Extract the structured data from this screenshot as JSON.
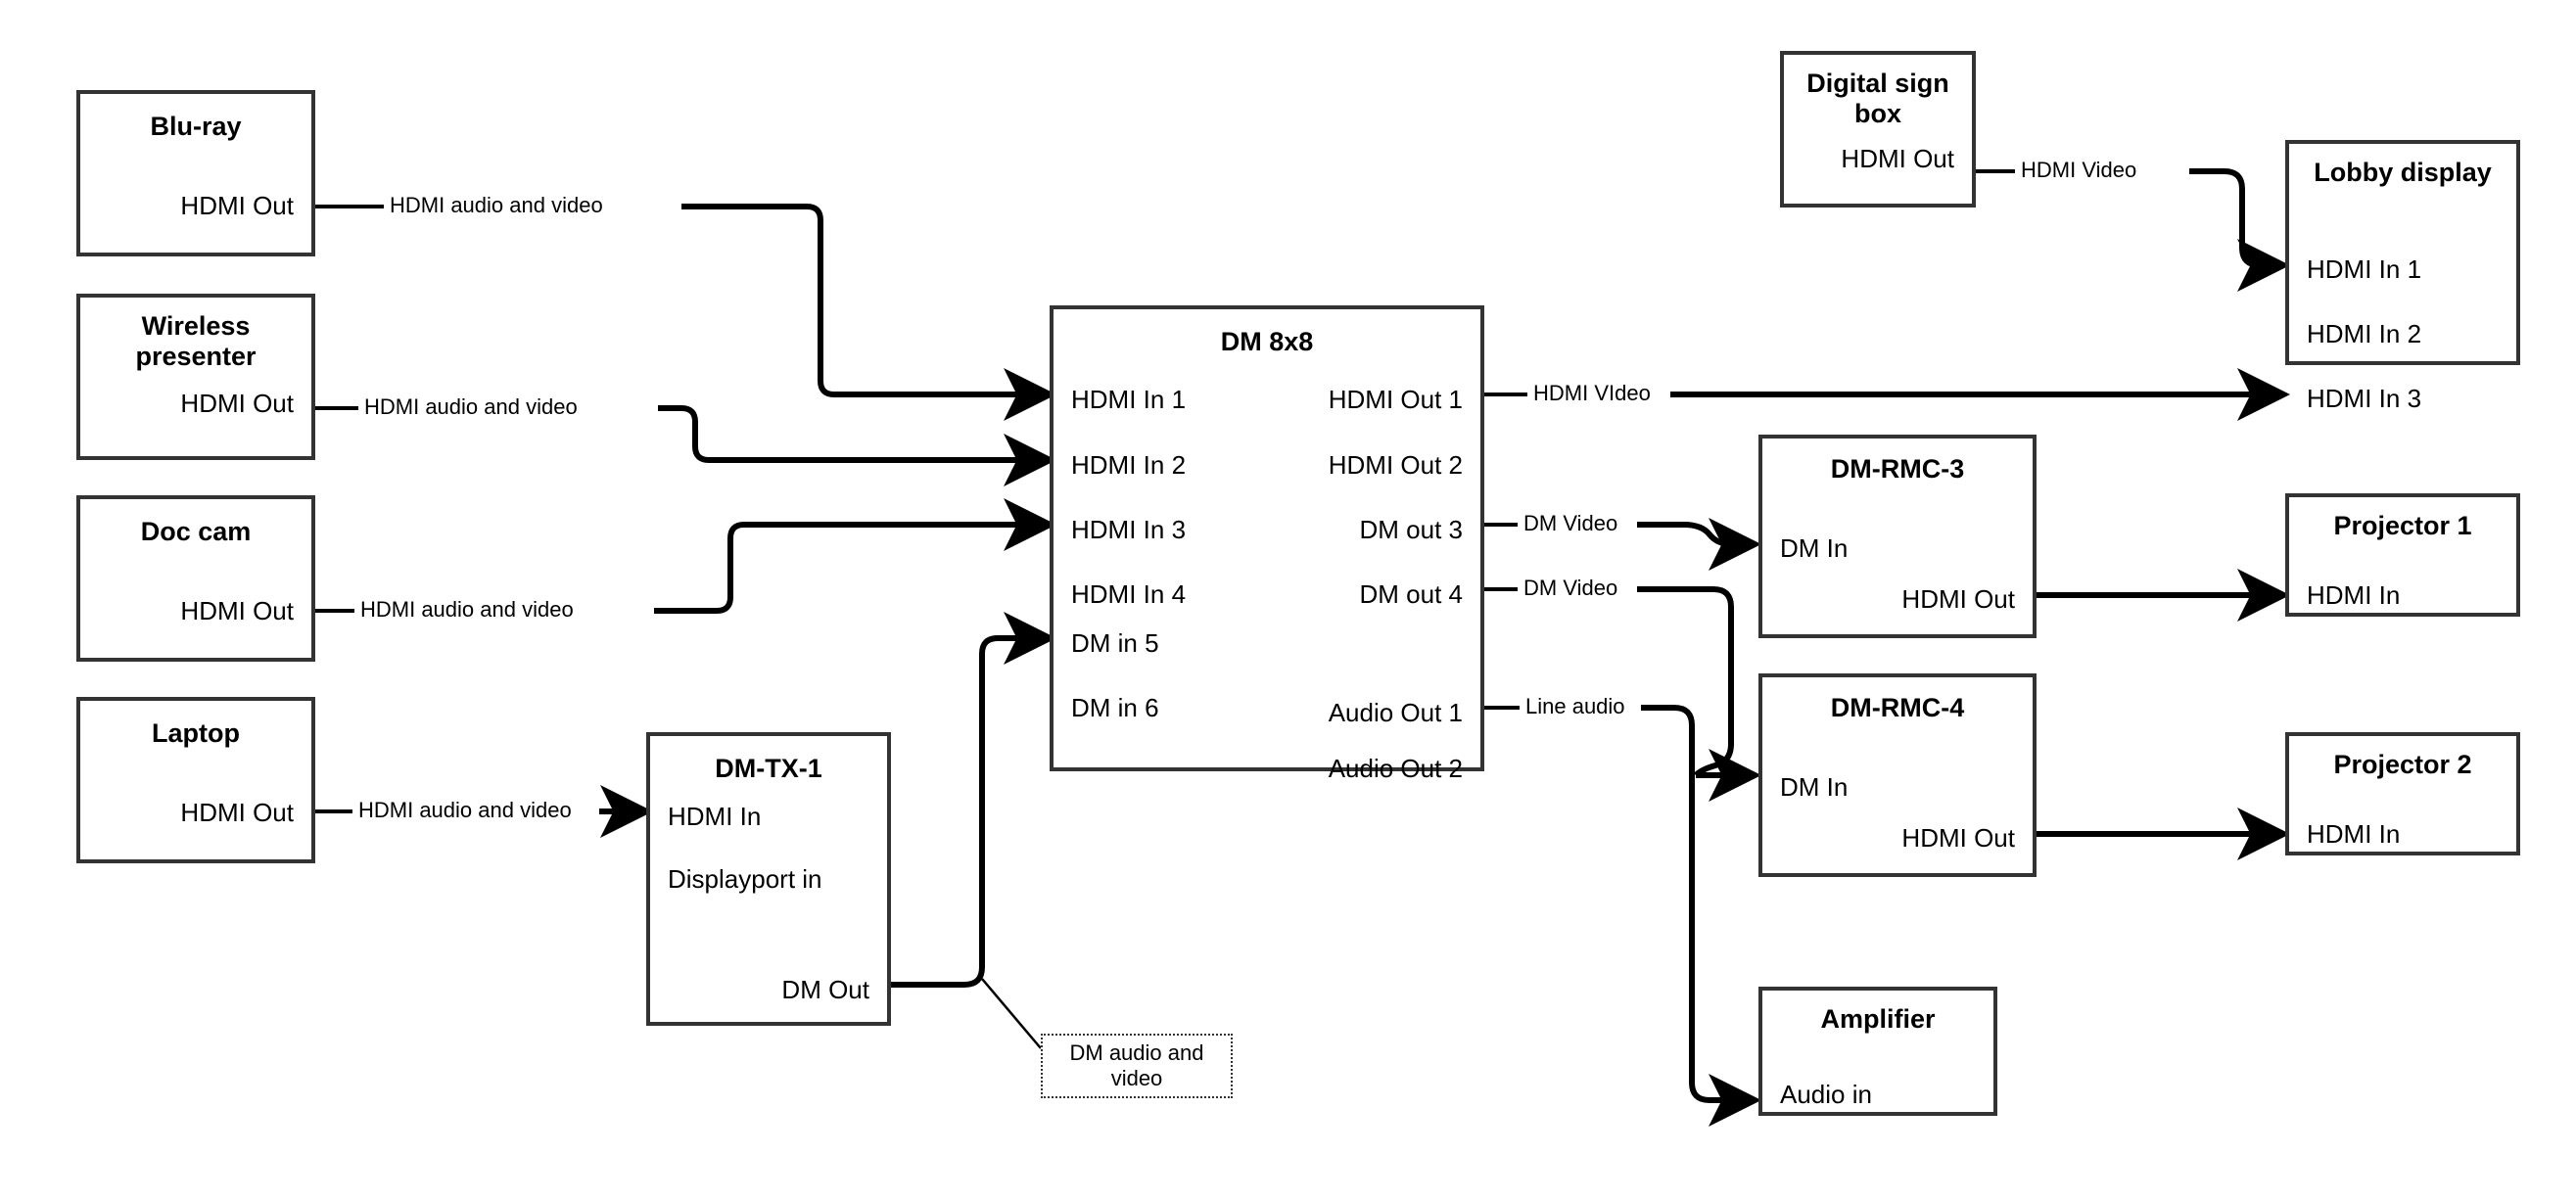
{
  "diagram": {
    "title": "AV signal flow diagram",
    "stroke_color": "#333333",
    "line_color": "#000000",
    "background": "#ffffff"
  },
  "nodes": [
    {
      "id": "blu-ray",
      "title": "Blu-ray",
      "ports_right": [
        "HDMI Out"
      ],
      "ports_left": []
    },
    {
      "id": "wireless-presenter",
      "title": "Wireless presenter",
      "ports_right": [
        "HDMI Out"
      ],
      "ports_left": []
    },
    {
      "id": "doc-cam",
      "title": "Doc cam",
      "ports_right": [
        "HDMI Out"
      ],
      "ports_left": []
    },
    {
      "id": "laptop",
      "title": "Laptop",
      "ports_right": [
        "HDMI Out"
      ],
      "ports_left": []
    },
    {
      "id": "dm-tx-1",
      "title": "DM-TX-1",
      "ports_left": [
        "HDMI In",
        "Displayport in"
      ],
      "ports_right": [
        "DM Out"
      ]
    },
    {
      "id": "dm-8x8",
      "title": "DM 8x8",
      "ports_left": [
        "HDMI In 1",
        "HDMI In 2",
        "HDMI In 3",
        "HDMI In 4",
        "DM in 5",
        "DM in 6"
      ],
      "ports_right": [
        "HDMI Out 1",
        "HDMI Out 2",
        "DM out 3",
        "DM out 4",
        "Audio Out 1",
        "Audio Out 2"
      ]
    },
    {
      "id": "digital-sign-box",
      "title": "Digital sign box",
      "ports_right": [
        "HDMI Out"
      ],
      "ports_left": []
    },
    {
      "id": "lobby-display",
      "title": "Lobby display",
      "ports_left": [
        "HDMI In 1",
        "HDMI In 2",
        "HDMI In 3"
      ],
      "ports_right": []
    },
    {
      "id": "dm-rmc-3",
      "title": "DM-RMC-3",
      "ports_left": [
        "DM In"
      ],
      "ports_right": [
        "HDMI Out"
      ]
    },
    {
      "id": "dm-rmc-4",
      "title": "DM-RMC-4",
      "ports_left": [
        "DM In"
      ],
      "ports_right": [
        "HDMI Out"
      ]
    },
    {
      "id": "projector-1",
      "title": "Projector 1",
      "ports_left": [
        "HDMI In"
      ],
      "ports_right": []
    },
    {
      "id": "projector-2",
      "title": "Projector 2",
      "ports_left": [
        "HDMI In"
      ],
      "ports_right": []
    },
    {
      "id": "amplifier",
      "title": "Amplifier",
      "ports_left": [
        "Audio in"
      ],
      "ports_right": []
    }
  ],
  "labels": {
    "blu_ray_title": "Blu-ray",
    "blu_ray_out": "HDMI Out",
    "wireless_title": "Wireless presenter",
    "wireless_out": "HDMI Out",
    "doccam_title": "Doc cam",
    "doccam_out": "HDMI Out",
    "laptop_title": "Laptop",
    "laptop_out": "HDMI Out",
    "dmtx_title": "DM-TX-1",
    "dmtx_hdmi_in": "HDMI In",
    "dmtx_dp_in": "Displayport in",
    "dmtx_dm_out": "DM Out",
    "dm88_title": "DM 8x8",
    "dm88_in1": "HDMI In 1",
    "dm88_in2": "HDMI In 2",
    "dm88_in3": "HDMI In 3",
    "dm88_in4": "HDMI In 4",
    "dm88_in5": "DM in 5",
    "dm88_in6": "DM in 6",
    "dm88_out1": "HDMI Out 1",
    "dm88_out2": "HDMI Out 2",
    "dm88_out3": "DM out 3",
    "dm88_out4": "DM out 4",
    "dm88_aout1": "Audio Out 1",
    "dm88_aout2": "Audio Out 2",
    "dsb_title": "Digital sign box",
    "dsb_out": "HDMI Out",
    "lobby_title": "Lobby display",
    "lobby_in1": "HDMI In 1",
    "lobby_in2": "HDMI In 2",
    "lobby_in3": "HDMI In 3",
    "rmc3_title": "DM-RMC-3",
    "rmc3_in": "DM In",
    "rmc3_out": "HDMI Out",
    "rmc4_title": "DM-RMC-4",
    "rmc4_in": "DM In",
    "rmc4_out": "HDMI Out",
    "proj1_title": "Projector 1",
    "proj1_in": "HDMI In",
    "proj2_title": "Projector 2",
    "proj2_in": "HDMI In",
    "amp_title": "Amplifier",
    "amp_in": "Audio in"
  },
  "connections": [
    {
      "id": "blu-ray-to-dm88-in1",
      "label": "HDMI audio and video",
      "from": "blu-ray.HDMI Out",
      "to": "dm-8x8.HDMI In 1"
    },
    {
      "id": "wireless-to-dm88-in2",
      "label": "HDMI audio and video",
      "from": "wireless-presenter.HDMI Out",
      "to": "dm-8x8.HDMI In 2"
    },
    {
      "id": "doccam-to-dm88-in3",
      "label": "HDMI audio and video",
      "from": "doc-cam.HDMI Out",
      "to": "dm-8x8.HDMI In 3"
    },
    {
      "id": "laptop-to-dmtx",
      "label": "HDMI audio and video",
      "from": "laptop.HDMI Out",
      "to": "dm-tx-1.HDMI In"
    },
    {
      "id": "dmtx-to-dm88-in5",
      "label": "DM audio and video",
      "from": "dm-tx-1.DM Out",
      "to": "dm-8x8.DM in 5",
      "label_style": "dotted-note"
    },
    {
      "id": "dm88-out1-to-lobby-in3",
      "label": "HDMI VIdeo",
      "from": "dm-8x8.HDMI Out 1",
      "to": "lobby-display.HDMI In 3"
    },
    {
      "id": "dm88-out3-to-rmc3",
      "label": "DM Video",
      "from": "dm-8x8.DM out 3",
      "to": "dm-rmc-3.DM In"
    },
    {
      "id": "dm88-out4-to-rmc4",
      "label": "DM Video",
      "from": "dm-8x8.DM out 4",
      "to": "dm-rmc-4.DM In"
    },
    {
      "id": "dm88-audio1-to-amp",
      "label": "Line audio",
      "from": "dm-8x8.Audio Out 1",
      "to": "amplifier.Audio in"
    },
    {
      "id": "dsb-to-lobby-in1",
      "label": "HDMI Video",
      "from": "digital-sign-box.HDMI Out",
      "to": "lobby-display.HDMI In 1"
    },
    {
      "id": "rmc3-to-proj1",
      "label": "",
      "from": "dm-rmc-3.HDMI Out",
      "to": "projector-1.HDMI In"
    },
    {
      "id": "rmc4-to-proj2",
      "label": "",
      "from": "dm-rmc-4.HDMI Out",
      "to": "projector-2.HDMI In"
    }
  ],
  "notes": [
    {
      "id": "dm-audio-video-note",
      "text": "DM audio and video"
    }
  ],
  "wire_labels": {
    "blu_ray": "HDMI audio and video",
    "wireless": "HDMI audio and video",
    "doccam": "HDMI audio and video",
    "laptop": "HDMI audio and video",
    "hdmi_video_out1": "HDMI VIdeo",
    "dm_video_3": "DM Video",
    "dm_video_4": "DM Video",
    "line_audio": "Line audio",
    "hdmi_video_sign": "HDMI Video",
    "dm_note": "DM audio and video"
  }
}
